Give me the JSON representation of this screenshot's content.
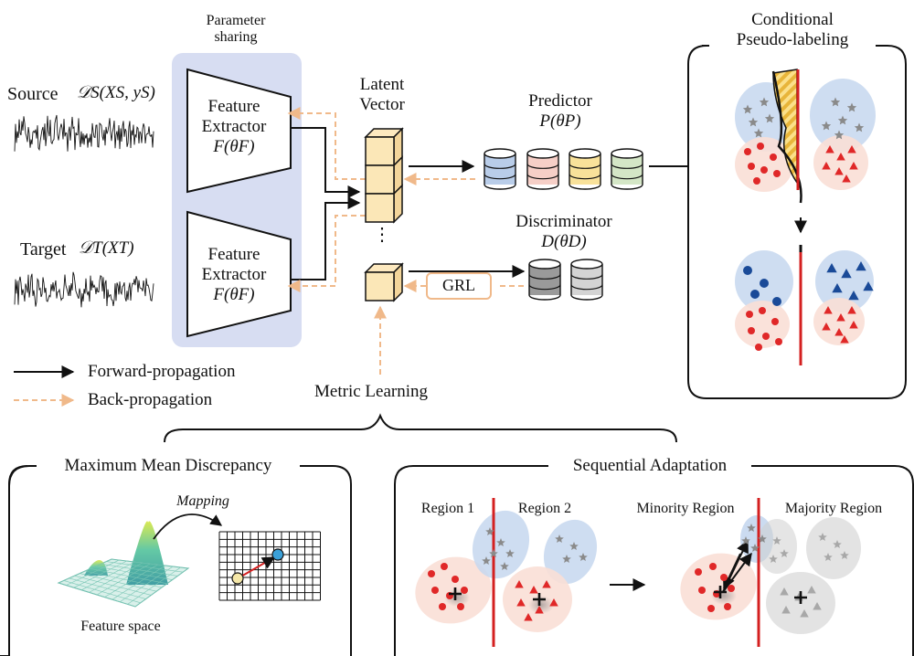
{
  "parameter_sharing": {
    "line1": "Parameter",
    "line2": "sharing"
  },
  "source": {
    "label": "Source",
    "math": "𝒟S(XS, yS)"
  },
  "target": {
    "label": "Target",
    "math": "𝒟T(XT)"
  },
  "feature_extractor_1": {
    "line1": "Feature",
    "line2": "Extractor",
    "math": "F(θF)"
  },
  "feature_extractor_2": {
    "line1": "Feature",
    "line2": "Extractor",
    "math": "F(θF)"
  },
  "latent_vector": {
    "line1": "Latent",
    "line2": "Vector",
    "dots": "⋮"
  },
  "predictor": {
    "label": "Predictor",
    "math": "P(θP)"
  },
  "discriminator": {
    "label": "Discriminator",
    "math": "D(θD)"
  },
  "grl": {
    "label": "GRL"
  },
  "legend": {
    "forward": "Forward-propagation",
    "back": "Back-propagation"
  },
  "metric_learning": {
    "label": "Metric Learning"
  },
  "conditional": {
    "line1": "Conditional",
    "line2": "Pseudo-labeling"
  },
  "mmd": {
    "title": "Maximum Mean Discrepancy",
    "mapping": "Mapping",
    "feature_space": "Feature space"
  },
  "sequential": {
    "title": "Sequential Adaptation",
    "region1": "Region 1",
    "region2": "Region 2",
    "minority": "Minority Region",
    "majority": "Majority Region"
  },
  "colors": {
    "panel_blue": "#d7ddf2",
    "back_arrow": "#f0b98a",
    "red": "#e02828",
    "blue": "#1a4a98",
    "gray": "#8a8a8a",
    "db_blue": "#b9cde9",
    "db_pink": "#f6cfc7",
    "db_yellow": "#f8e19a",
    "db_green": "#d4e6c6",
    "db_gray_dark": "#9a9a9a",
    "db_gray_light": "#d4d4d4",
    "cube_fill": "#fbe7b7",
    "blob_blue": "#c5d7ee",
    "blob_pink": "#f9dfd6"
  }
}
